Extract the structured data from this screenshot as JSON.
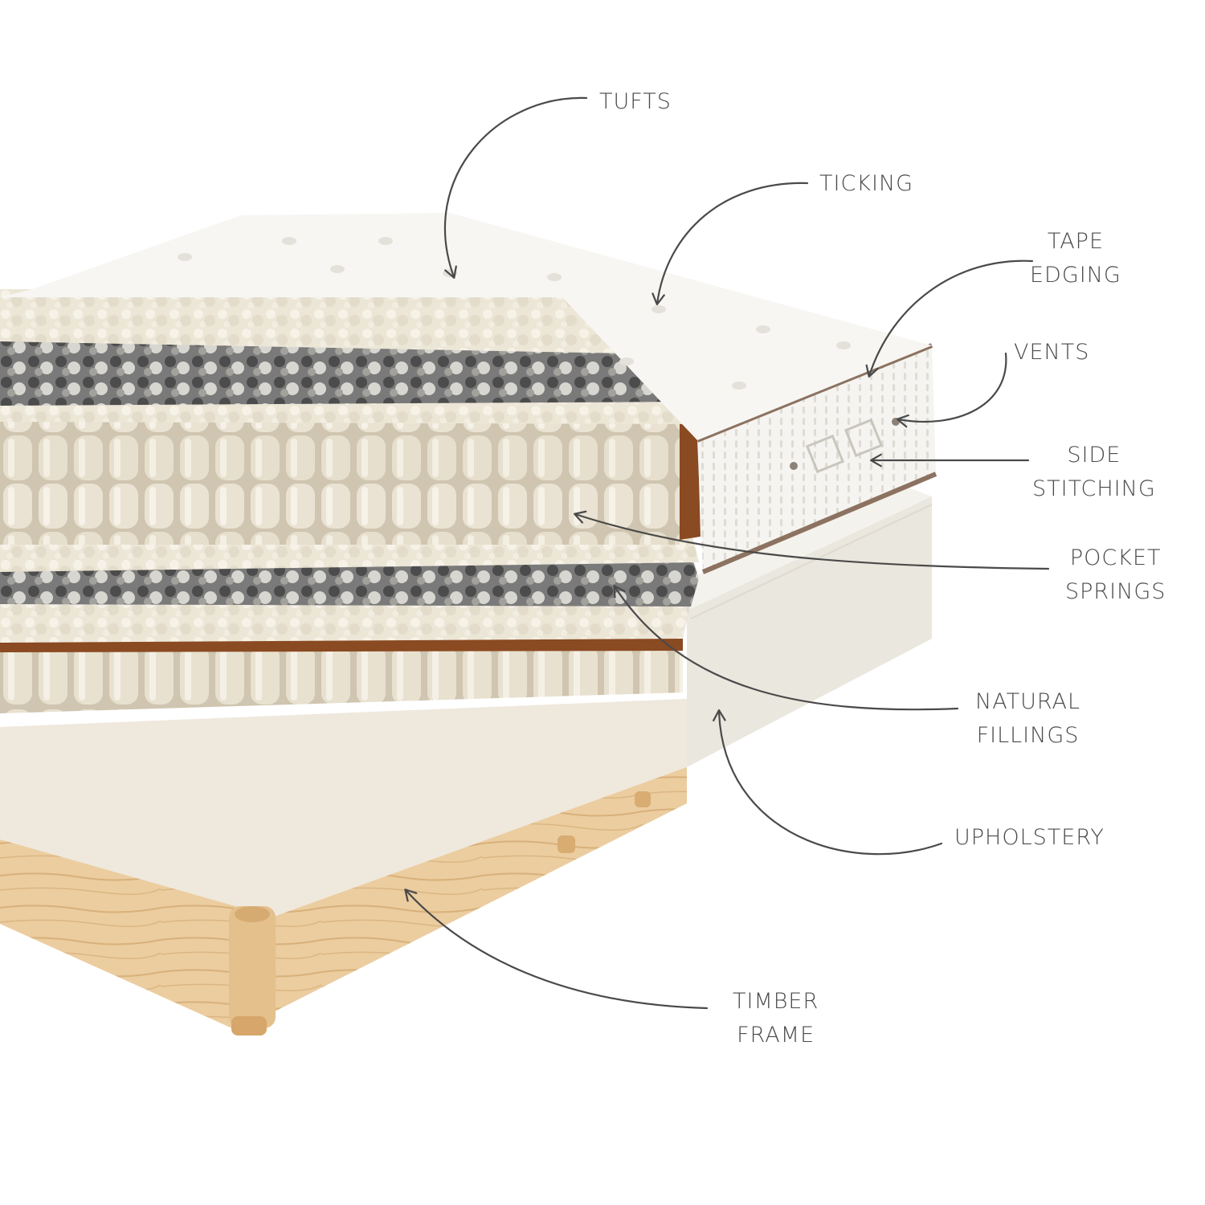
{
  "colors": {
    "background": "#ffffff",
    "annotation": "#4a4a4a",
    "ticking": "#f7f6f3",
    "tape": "#8c7260",
    "wool": "#ebe5d6",
    "horsehair": "#5a5a5a",
    "coir": "#8a4a22",
    "springs": "#d9d0bd",
    "upholstery": "#ece9e1",
    "timber": "#e7c99c",
    "board": "#efe8dd"
  },
  "labels": {
    "tufts": "TUFTS",
    "ticking": "TICKING",
    "tape_edging": [
      "TAPE",
      "EDGING"
    ],
    "vents": "VENTS",
    "side_stitching": [
      "SIDE",
      "STITCHING"
    ],
    "pocket_springs": [
      "POCKET",
      "SPRINGS"
    ],
    "natural_fillings": [
      "NATURAL",
      "FILLINGS"
    ],
    "upholstery": "UPHOLSTERY",
    "timber_frame": [
      "TIMBER",
      "FRAME"
    ]
  }
}
